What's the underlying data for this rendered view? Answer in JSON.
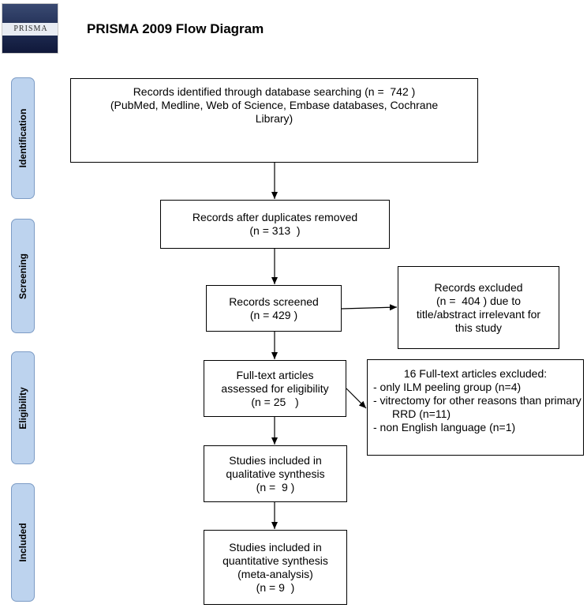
{
  "header": {
    "logo_text": "PRISMA",
    "title": "PRISMA 2009 Flow Diagram"
  },
  "stages": [
    {
      "label": "Identification"
    },
    {
      "label": "Screening"
    },
    {
      "label": "Eligibility"
    },
    {
      "label": "Included"
    }
  ],
  "boxes": {
    "identified": {
      "lines": [
        "Records identified through database searching (n =  742 )",
        "(PubMed, Medline, Web of Science, Embase databases, Cochrane",
        "Library)"
      ]
    },
    "duplicates_removed": {
      "lines": [
        "Records after duplicates removed",
        "(n = 313  )"
      ]
    },
    "screened": {
      "lines": [
        "Records screened",
        "(n = 429 )"
      ]
    },
    "excluded": {
      "lines": [
        "Records excluded",
        "(n =  404 ) due to",
        "title/abstract irrelevant for",
        "this study"
      ]
    },
    "full_text": {
      "lines": [
        "Full-text articles",
        "assessed for eligibility",
        "(n = 25   )"
      ]
    },
    "full_text_excluded": {
      "head": "16 Full-text articles excluded:",
      "items": [
        "-    only ILM peeling group (n=4)",
        "-    vitrectomy for other reasons than primary RRD (n=11)",
        "-    non English language (n=1)"
      ]
    },
    "qualitative": {
      "lines": [
        "Studies included in",
        "qualitative synthesis",
        "(n =  9 )"
      ]
    },
    "quantitative": {
      "lines": [
        "Studies included in",
        "quantitative synthesis",
        "(meta-analysis)",
        "(n = 9  )"
      ]
    }
  }
}
